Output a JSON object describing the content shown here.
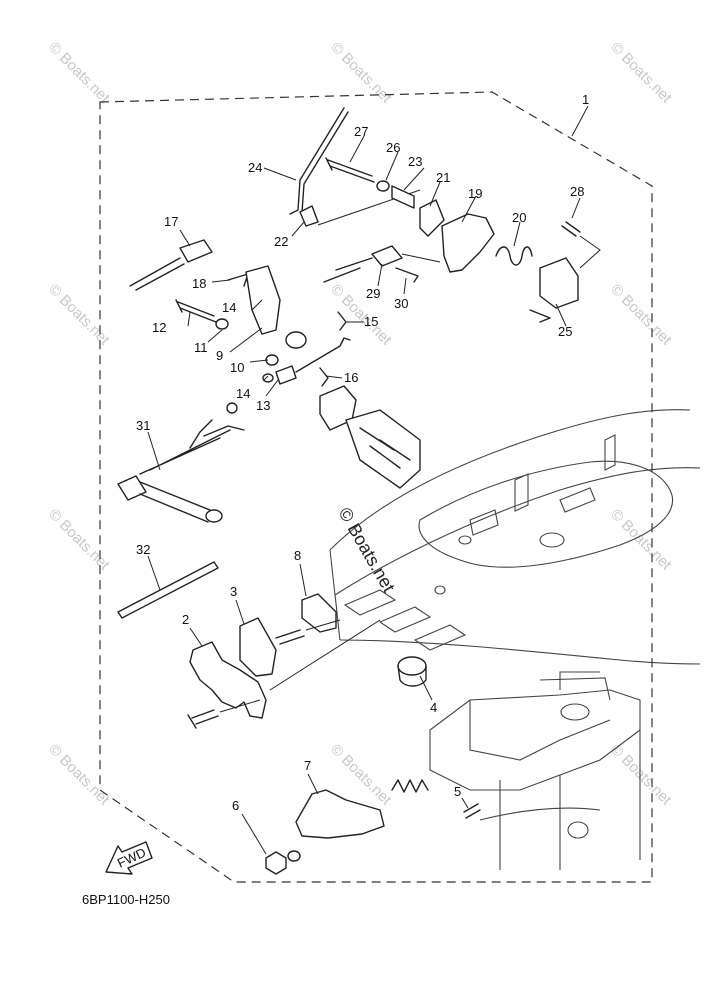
{
  "diagram": {
    "code": "6BP1100-H250",
    "fwd_label": "FWD",
    "watermark": "© Boats.net",
    "callouts": [
      "1",
      "2",
      "3",
      "4",
      "5",
      "6",
      "7",
      "8",
      "9",
      "10",
      "11",
      "12",
      "13",
      "14",
      "14",
      "15",
      "16",
      "17",
      "18",
      "19",
      "20",
      "21",
      "22",
      "23",
      "24",
      "25",
      "26",
      "27",
      "28",
      "29",
      "30",
      "31",
      "32"
    ]
  }
}
